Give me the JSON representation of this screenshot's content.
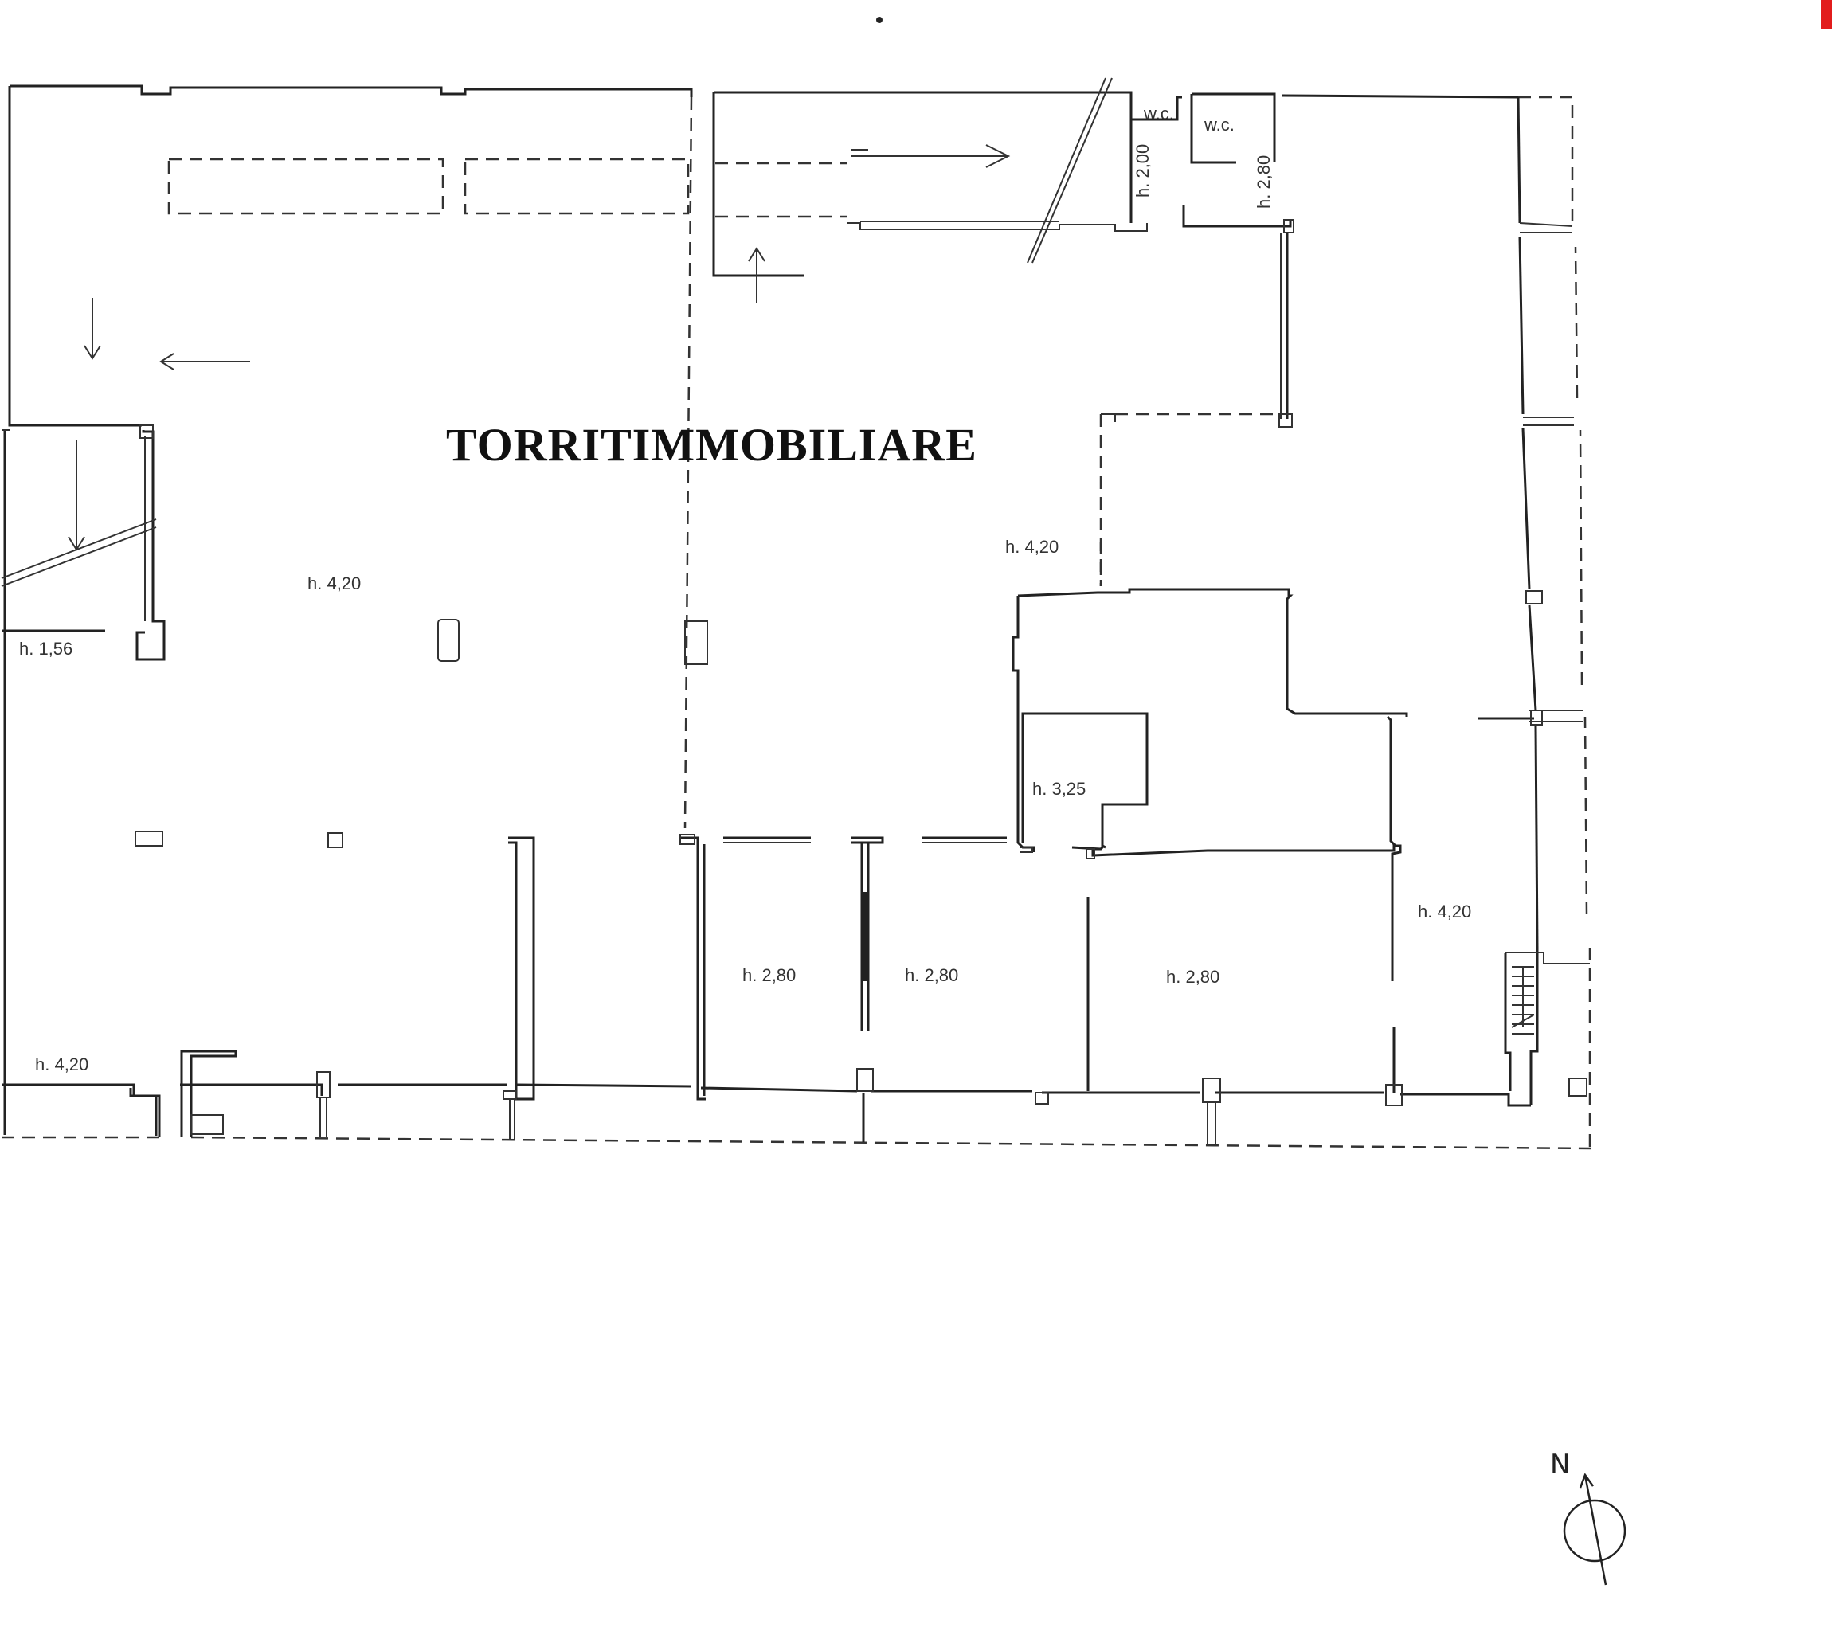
{
  "watermark": "TORRITIMMOBILIARE",
  "labels": {
    "wc_1": "w.c.",
    "wc_2": "w.c.",
    "h_200": "h. 2,00",
    "h_280_wc": "h. 2,80",
    "h_420_left": "h. 4,20",
    "h_156": "h. 1,56",
    "h_420_bottom_left": "h. 4,20",
    "h_420_center": "h. 4,20",
    "h_325": "h. 3,25",
    "h_420_right": "h. 4,20",
    "h_280_a": "h. 2,80",
    "h_280_b": "h. 2,80",
    "h_280_c": "h. 2,80"
  },
  "compass": {
    "label": "N",
    "icon": "north-arrow-icon"
  },
  "colors": {
    "line": "#222222",
    "accent": "#e21c1c"
  }
}
